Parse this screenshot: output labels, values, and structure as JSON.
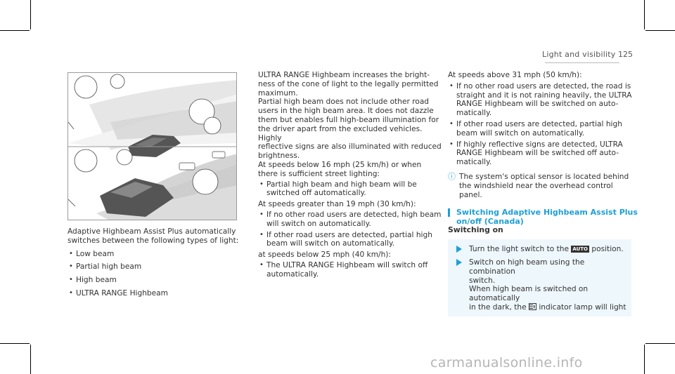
{
  "header": {
    "section": "Light and visibility",
    "page_number": "125"
  },
  "figure": {
    "caption_lines": [
      "Adaptive Highbeam Assist Plus automatically",
      "switches between the following types of light:"
    ],
    "light_types": [
      "Low beam",
      "Partial high beam",
      "High beam",
      "ULTRA RANGE Highbeam"
    ]
  },
  "col2": {
    "intro": [
      "ULTRA RANGE Highbeam increases the bright-",
      "ness of the cone of light to the legally permitted",
      "maximum.",
      "Partial high beam does not include other road",
      "users in the high beam area. It does not dazzle",
      "them but enables full high-beam illumination for",
      "the driver apart from the excluded vehicles. Highly",
      "reflective signs are also illuminated with reduced",
      "brightness."
    ],
    "block1_head": [
      "At speeds below 16 mph (25 km/h) or when",
      "there is sufficient street lighting:"
    ],
    "block1_bullets": [
      [
        "Partial high beam and high beam will be",
        "switched off automatically."
      ]
    ],
    "block2_head": "At speeds greater than 19 mph (30 km/h):",
    "block2_bullets": [
      [
        "If no other road users are detected, high beam",
        "will switch on automatically."
      ],
      [
        "If other road users are detected, partial high",
        "beam will switch on automatically."
      ]
    ],
    "block3_head": "at speeds below 25 mph (40 km/h):",
    "block3_bullets": [
      [
        "The ULTRA RANGE Highbeam will switch off",
        "automatically."
      ]
    ]
  },
  "col3": {
    "head": "At speeds above 31 mph (50 km/h):",
    "bullets": [
      [
        "If no other road users are detected, the road is",
        "straight and it is not raining heavily, the ULTRA",
        "RANGE Highbeam will be switched on auto-",
        "matically."
      ],
      [
        "If other road users are detected, partial high",
        "beam will switch on automatically."
      ],
      [
        "If highly reflective signs are detected, ULTRA",
        "RANGE Highbeam will be switched off auto-",
        "matically."
      ]
    ],
    "note": [
      "The system's optical sensor is located behind",
      "the windshield near the overhead control",
      "panel."
    ],
    "note_icon": "info-icon",
    "section_title": [
      "Switching Adaptive Highbeam Assist Plus",
      "on/off (Canada)"
    ],
    "sub_title": "Switching on",
    "step1_pre": "Turn the light switch to the",
    "step1_symbol": "AUTO",
    "step1_post": "position.",
    "step2_lines": [
      "Switch on high beam using the combination",
      "switch."
    ],
    "step2_result_pre": [
      "When high beam is switched on automatically",
      "in the dark, the"
    ],
    "step2_result_post": "indicator lamp will light",
    "accent_color": "#1e9fd6"
  },
  "watermark": "carmanualsonline.info"
}
